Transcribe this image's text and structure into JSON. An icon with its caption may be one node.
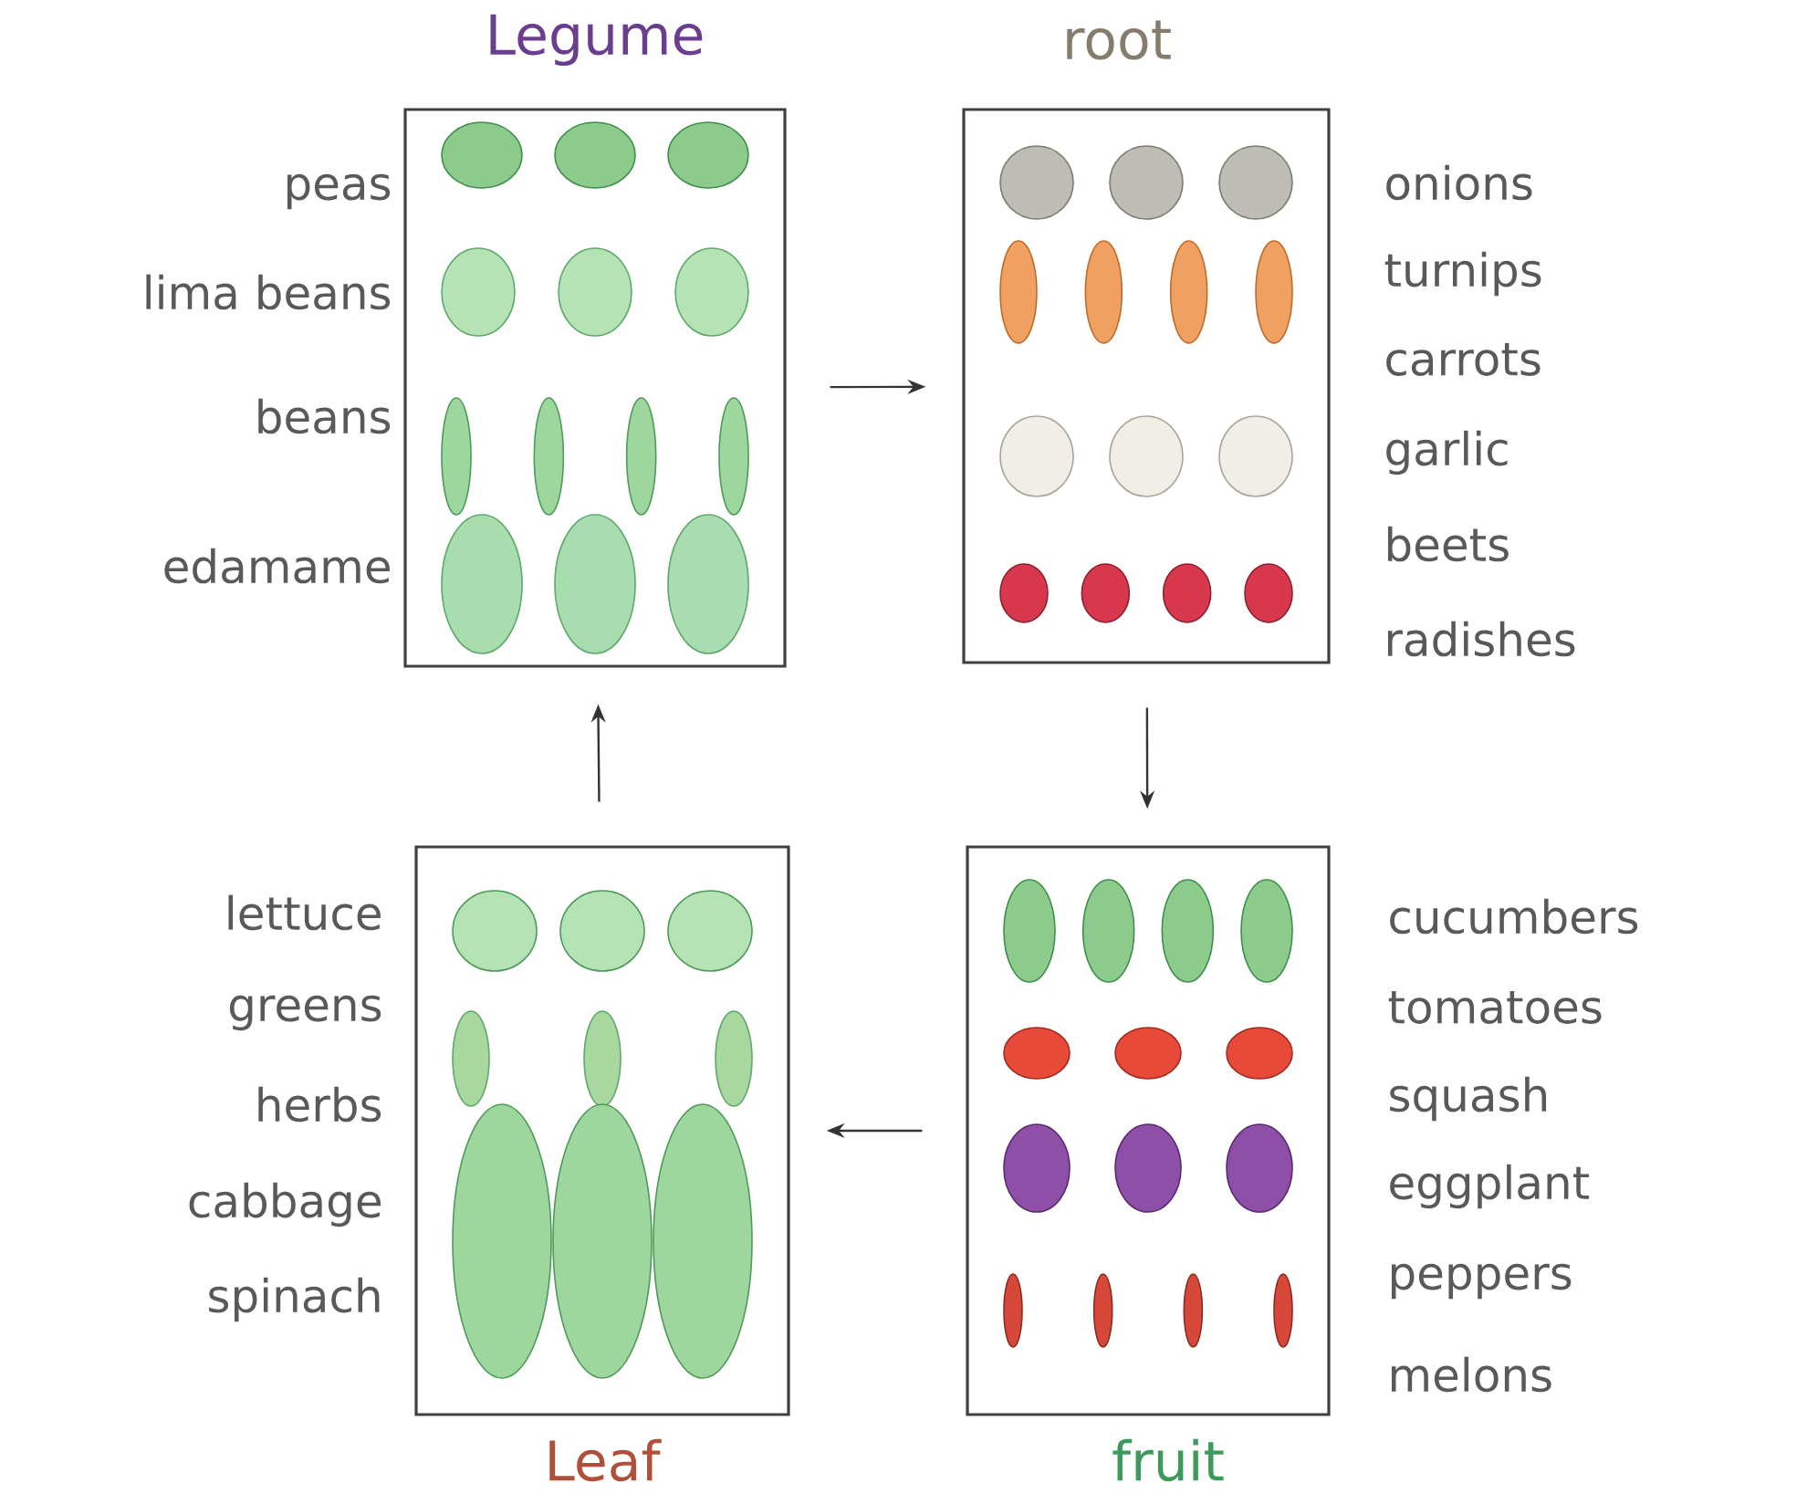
{
  "diagram": {
    "nodes": [
      {
        "text": [
          "Legume"
        ],
        "beside": [
          "peas",
          "lima beans",
          "beans",
          "edamame"
        ]
      },
      {
        "text": [
          "root"
        ],
        "beside": [
          "onions",
          "turnips",
          "carrots",
          "garlic",
          "beets",
          "radishes"
        ]
      },
      {
        "text": [
          "fruit"
        ],
        "beside": [
          "cucumbers",
          "tomatoes",
          "squash",
          "eggplant",
          "peppers",
          "melons"
        ]
      },
      {
        "text": [
          "Leaf"
        ],
        "beside": [
          "lettuce",
          "greens",
          "herbs",
          "cabbage",
          "spinach"
        ]
      }
    ],
    "edges": [
      {
        "from": 0,
        "to": 1,
        "arrow": "to"
      },
      {
        "from": 1,
        "to": 2,
        "arrow": "to"
      },
      {
        "from": 2,
        "to": 3,
        "arrow": "to"
      },
      {
        "from": 3,
        "to": 0,
        "arrow": "to"
      }
    ]
  }
}
